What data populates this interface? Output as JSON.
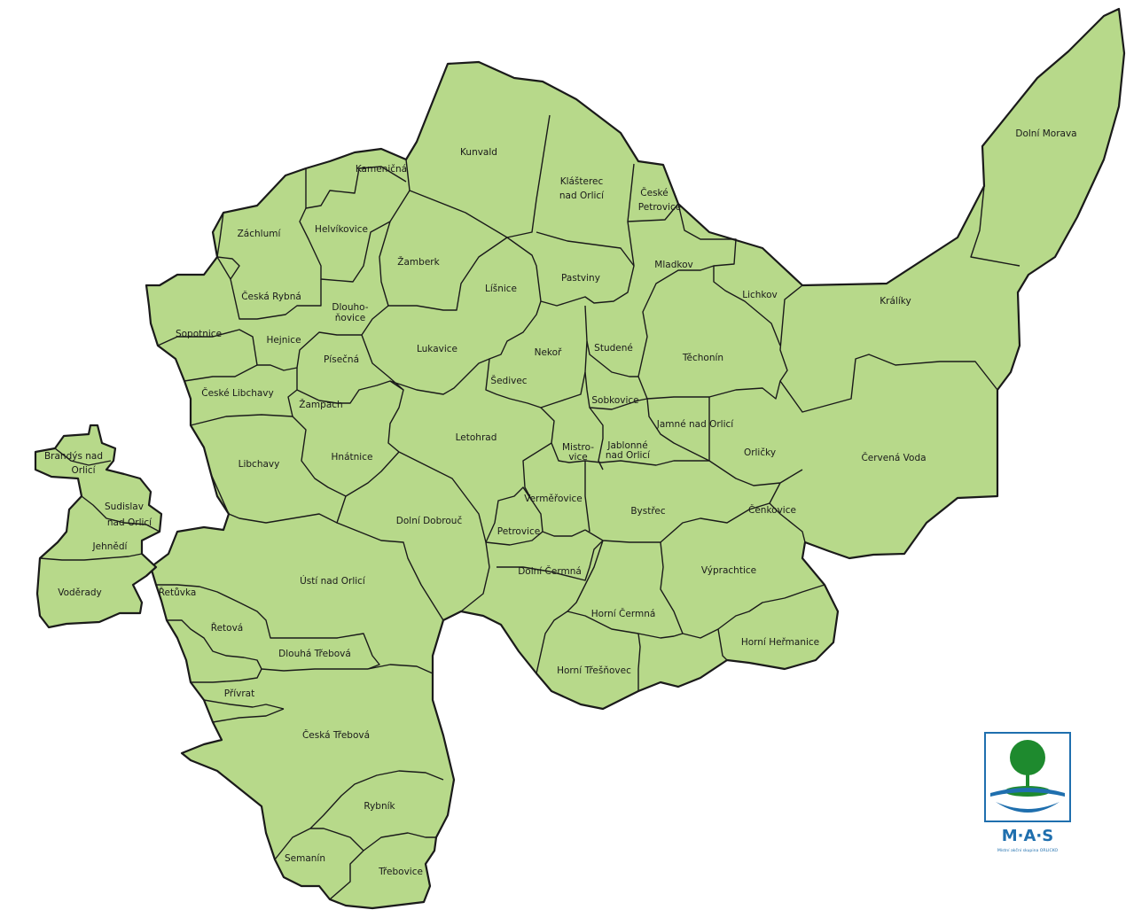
{
  "map": {
    "municipalities": [
      {
        "id": "kunvald",
        "name": "Kunvald"
      },
      {
        "id": "klasterec",
        "name": "Klášterec nad Orlicí",
        "lines": [
          "Klášterec",
          "nad Orlicí"
        ]
      },
      {
        "id": "ceske-petrovice",
        "name": "České Petrovice",
        "lines": [
          "České",
          "Petrovice"
        ]
      },
      {
        "id": "kamenicna",
        "name": "Kameničná"
      },
      {
        "id": "zachlumi",
        "name": "Záchlumí"
      },
      {
        "id": "helvikovice",
        "name": "Helvíkovice"
      },
      {
        "id": "zamberk",
        "name": "Žamberk"
      },
      {
        "id": "lisnice",
        "name": "Líšnice"
      },
      {
        "id": "pastviny",
        "name": "Pastviny"
      },
      {
        "id": "mladkov",
        "name": "Mladkov"
      },
      {
        "id": "lichkov",
        "name": "Lichkov"
      },
      {
        "id": "kralky",
        "name": "Králíky"
      },
      {
        "id": "dolni-morava",
        "name": "Dolní Morava"
      },
      {
        "id": "ceska-rybna",
        "name": "Česká Rybná"
      },
      {
        "id": "dlouhonovice",
        "name": "Dlouhoňovice",
        "lines": [
          "Dlouho-",
          "ňovice"
        ]
      },
      {
        "id": "sopotnice",
        "name": "Sopotnice"
      },
      {
        "id": "hejnice",
        "name": "Hejnice"
      },
      {
        "id": "pisecna",
        "name": "Písečná"
      },
      {
        "id": "lukavice",
        "name": "Lukavice"
      },
      {
        "id": "nekor",
        "name": "Nekoř"
      },
      {
        "id": "studene",
        "name": "Studené"
      },
      {
        "id": "techonin",
        "name": "Těchonín"
      },
      {
        "id": "ceske-libchavy",
        "name": "České Libchavy"
      },
      {
        "id": "zampach",
        "name": "Žampach"
      },
      {
        "id": "sedivec",
        "name": "Šedivec"
      },
      {
        "id": "sobkovice",
        "name": "Sobkovice"
      },
      {
        "id": "jamne",
        "name": "Jamné nad Orlicí"
      },
      {
        "id": "letohrad",
        "name": "Letohrad"
      },
      {
        "id": "mistrovice",
        "name": "Mistrovice",
        "lines": [
          "Mistro-",
          "vice"
        ]
      },
      {
        "id": "jablonne",
        "name": "Jablonné nad Orlicí",
        "lines": [
          "Jablonné",
          "nad Orlicí"
        ]
      },
      {
        "id": "orlicky",
        "name": "Orličky"
      },
      {
        "id": "cervena-voda",
        "name": "Červená Voda"
      },
      {
        "id": "brandys",
        "name": "Brandýs nad Orlicí",
        "lines": [
          "Brandýs nad",
          "Orlicí"
        ]
      },
      {
        "id": "libchavy",
        "name": "Libchavy"
      },
      {
        "id": "hnatnice",
        "name": "Hnátnice"
      },
      {
        "id": "sudislav",
        "name": "Sudislav nad Orlicí",
        "lines": [
          "Sudislav",
          "nad Orlicí"
        ]
      },
      {
        "id": "dolni-dobrouc",
        "name": "Dolní Dobrouč"
      },
      {
        "id": "vermerovice",
        "name": "Verměřovice"
      },
      {
        "id": "bystrec",
        "name": "Bystřec"
      },
      {
        "id": "cenkovice",
        "name": "Čenkovice"
      },
      {
        "id": "jehnedi",
        "name": "Jehnědí"
      },
      {
        "id": "petrovice",
        "name": "Petrovice"
      },
      {
        "id": "vyprachtice",
        "name": "Výprachtice"
      },
      {
        "id": "voderady",
        "name": "Voděrady"
      },
      {
        "id": "usti",
        "name": "Ústí nad Orlicí"
      },
      {
        "id": "dolni-cermna",
        "name": "Dolní Čermná"
      },
      {
        "id": "retuvka",
        "name": "Řetůvka"
      },
      {
        "id": "horni-cermna",
        "name": "Horní Čermná"
      },
      {
        "id": "retova",
        "name": "Řetová"
      },
      {
        "id": "horni-hermanice",
        "name": "Horní Heřmanice"
      },
      {
        "id": "dlouha-trebova",
        "name": "Dlouhá Třebová"
      },
      {
        "id": "horni-tresnovec",
        "name": "Horní Třešňovec"
      },
      {
        "id": "privrat",
        "name": "Přívrat"
      },
      {
        "id": "ceska-trebova",
        "name": "Česká Třebová"
      },
      {
        "id": "rybnik",
        "name": "Rybník"
      },
      {
        "id": "semanin",
        "name": "Semanín"
      },
      {
        "id": "trebovice",
        "name": "Třebovice"
      }
    ],
    "colors": {
      "fill": "#b7d98a",
      "border": "#1a1a1a",
      "background": "#ffffff"
    }
  },
  "logo": {
    "letters": "M·A·S",
    "subtitle": "Místní akční skupina ORLICKO",
    "colors": {
      "tree": "#1e8a2e",
      "water": "#1f6fae",
      "frame": "#1f6fae"
    }
  }
}
